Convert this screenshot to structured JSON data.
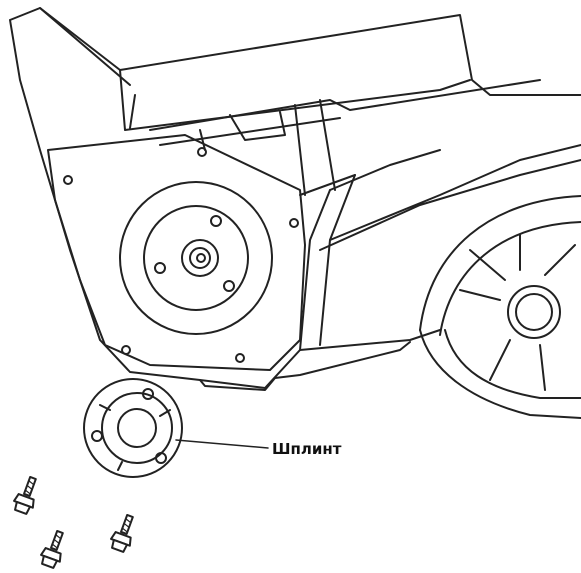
{
  "callout": {
    "label": "Шплинт"
  },
  "colors": {
    "line": "#222222",
    "fill": "#ffffff",
    "background": "#ffffff"
  },
  "parts": {
    "housing": "snow-thrower-auger-housing",
    "gearbox_plate": "side-gearbox-plate",
    "wheel": "drive-wheel",
    "hub": "detached-auger-hub",
    "bolts": "shear-bolt",
    "bolt_count": 3
  }
}
